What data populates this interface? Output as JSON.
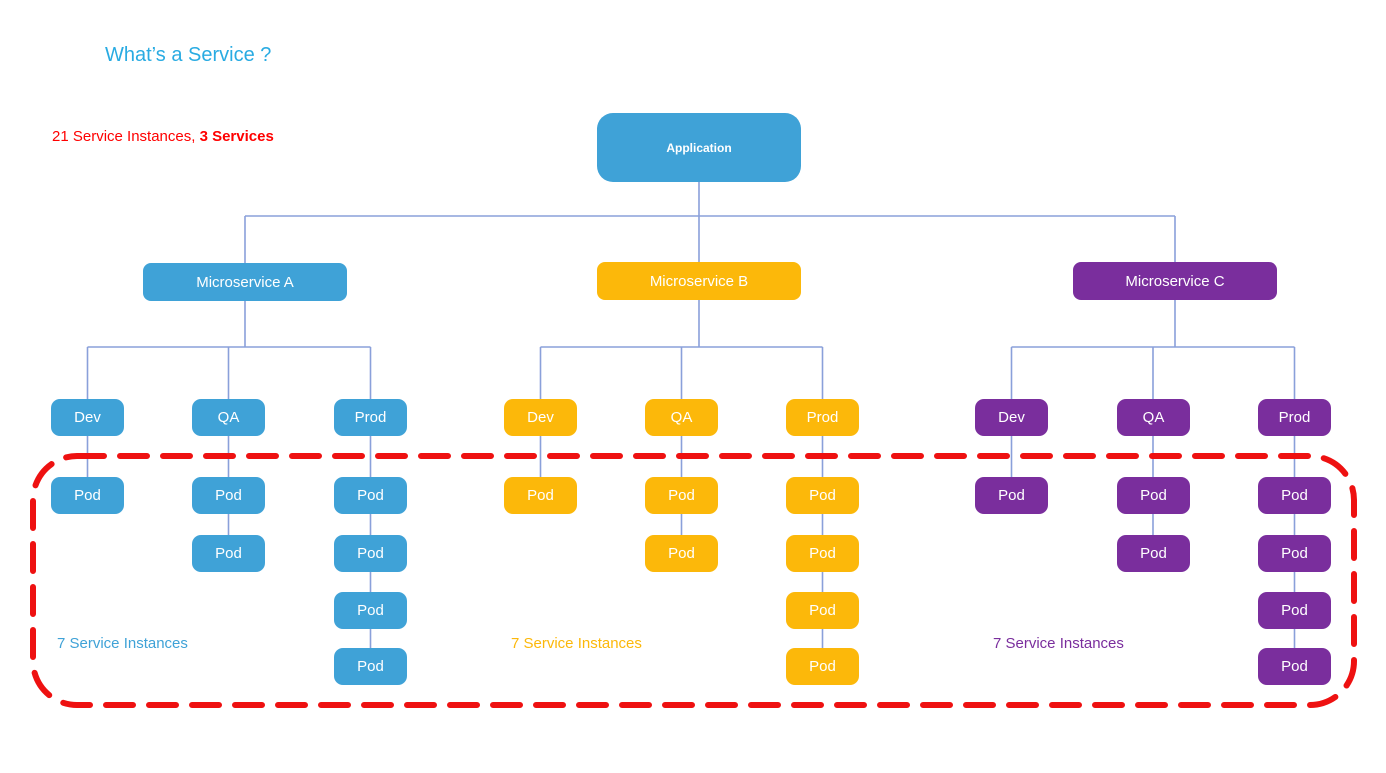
{
  "title": "What’s a Service ?",
  "summary": {
    "normal": "21 Service Instances, ",
    "bold": "3 Services"
  },
  "root": {
    "label": "Application",
    "color": "#3FA2D7"
  },
  "pod_label": "Pod",
  "services": [
    {
      "label": "Microservice A",
      "color": "#3FA2D7",
      "instances_caption": "7 Service Instances",
      "environments": [
        {
          "label": "Dev",
          "pod_count": 1
        },
        {
          "label": "QA",
          "pod_count": 2
        },
        {
          "label": "Prod",
          "pod_count": 4
        }
      ]
    },
    {
      "label": "Microservice B",
      "color": "#FCB80A",
      "instances_caption": "7 Service Instances",
      "environments": [
        {
          "label": "Dev",
          "pod_count": 1
        },
        {
          "label": "QA",
          "pod_count": 2
        },
        {
          "label": "Prod",
          "pod_count": 4
        }
      ]
    },
    {
      "label": "Microservice C",
      "color": "#7A2E9D",
      "instances_caption": "7 Service Instances",
      "environments": [
        {
          "label": "Dev",
          "pod_count": 1
        },
        {
          "label": "QA",
          "pod_count": 2
        },
        {
          "label": "Prod",
          "pod_count": 4
        }
      ]
    }
  ],
  "annotation_colors": {
    "title": "#29ABE2",
    "summary": "#FF0000",
    "instances_outline": "#EE1111",
    "connector": "#8AA0DA"
  }
}
